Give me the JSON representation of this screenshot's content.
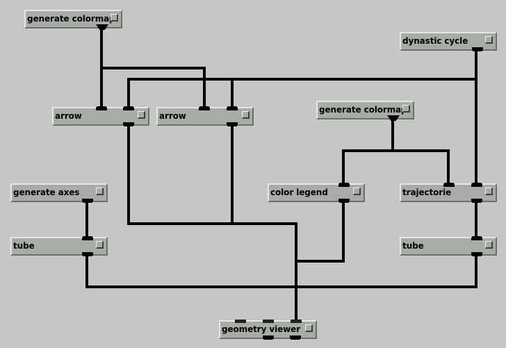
{
  "nodes": {
    "gen_colormap_1": {
      "label": "generate colormap"
    },
    "dynastic_cycle": {
      "label": "dynastic cycle"
    },
    "arrow_1": {
      "label": "arrow"
    },
    "arrow_2": {
      "label": "arrow"
    },
    "gen_colormap_2": {
      "label": "generate colormap"
    },
    "generate_axes": {
      "label": "generate axes"
    },
    "color_legend": {
      "label": "color legend"
    },
    "trajectorie": {
      "label": "trajectorie"
    },
    "tube_1": {
      "label": "tube"
    },
    "tube_2": {
      "label": "tube"
    },
    "geometry_viewer": {
      "label": "geometry viewer"
    }
  },
  "colors": {
    "background": "#c6c6c6",
    "node_face": "#a7ada6",
    "wire": "#000000"
  }
}
